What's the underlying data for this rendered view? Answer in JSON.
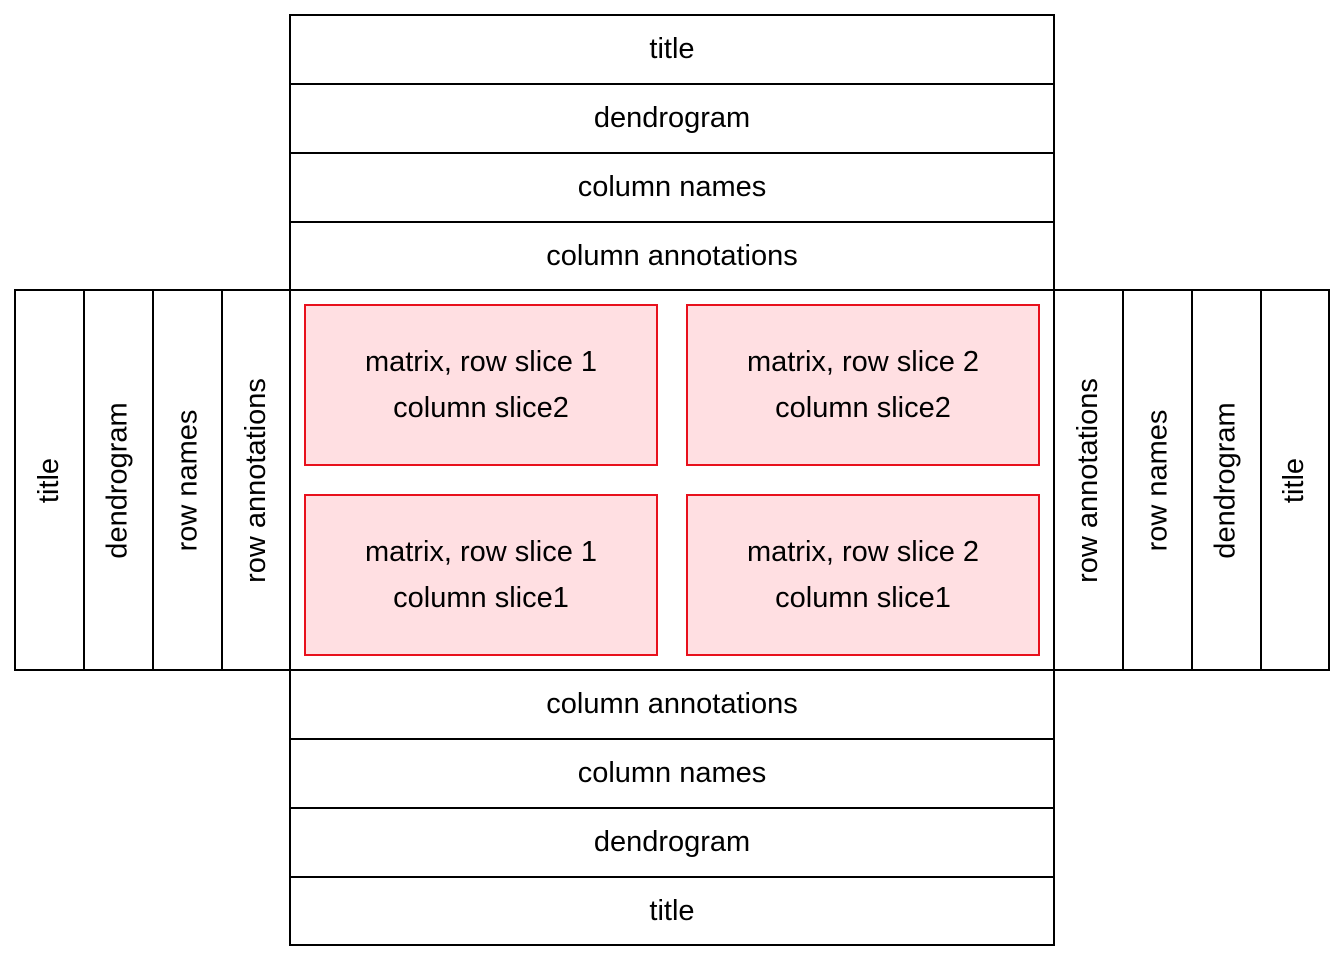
{
  "top": {
    "title": "title",
    "dendrogram": "dendrogram",
    "column_names": "column names",
    "column_annotations": "column annotations"
  },
  "bottom": {
    "column_annotations": "column annotations",
    "column_names": "column names",
    "dendrogram": "dendrogram",
    "title": "title"
  },
  "left": {
    "title": "title",
    "dendrogram": "dendrogram",
    "row_names": "row names",
    "row_annotations": "row annotations"
  },
  "right": {
    "row_annotations": "row annotations",
    "row_names": "row names",
    "dendrogram": "dendrogram",
    "title": "title"
  },
  "matrix": {
    "top_left": {
      "line1": "matrix, row slice 1",
      "line2": "column slice2"
    },
    "top_right": {
      "line1": "matrix, row slice 2",
      "line2": "column slice2"
    },
    "bottom_left": {
      "line1": "matrix, row slice 1",
      "line2": "column slice1"
    },
    "bottom_right": {
      "line1": "matrix, row slice 2",
      "line2": "column slice1"
    }
  },
  "colors": {
    "border": "#000000",
    "slice_border": "#e8101c",
    "slice_fill": "#ffdfe2"
  }
}
